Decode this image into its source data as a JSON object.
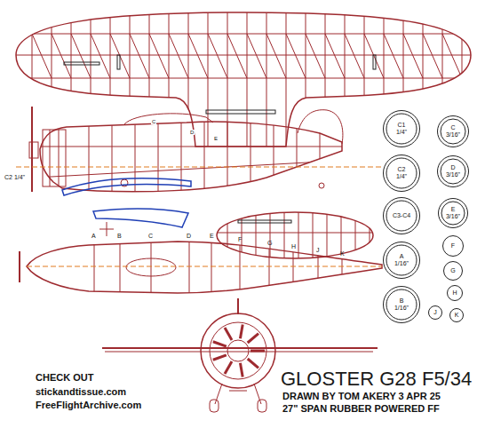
{
  "diagram": {
    "title": "GLOSTER G28 F5/34",
    "nodes": [
      {
        "text": [
          "C1",
          "1/4\""
        ]
      },
      {
        "text": [
          "C",
          "3/16\""
        ]
      },
      {
        "text": [
          "C2",
          "1/4\""
        ]
      },
      {
        "text": [
          "D",
          "3/16\""
        ]
      },
      {
        "text": [
          "C3-C4"
        ]
      },
      {
        "text": [
          "E",
          "3/16\""
        ]
      },
      {
        "text": [
          "A",
          "1/16\""
        ]
      },
      {
        "text": [
          "F"
        ]
      },
      {
        "text": [
          "G"
        ]
      },
      {
        "text": [
          "B",
          "1/16\""
        ]
      },
      {
        "text": [
          "H"
        ]
      },
      {
        "text": [
          "J"
        ]
      },
      {
        "text": [
          "K"
        ]
      }
    ],
    "labels": [
      "A",
      "B",
      "C",
      "D",
      "E",
      "F",
      "G",
      "H",
      "J",
      "K",
      "C2 1/4\"",
      "C",
      "D",
      "E",
      "CHECK OUT",
      "stickandtissue.com",
      "FreeFlightArchive.com",
      "DRAWN BY TOM AKERY 3 APR 25",
      "27\" SPAN RUBBER POWERED FF"
    ]
  }
}
